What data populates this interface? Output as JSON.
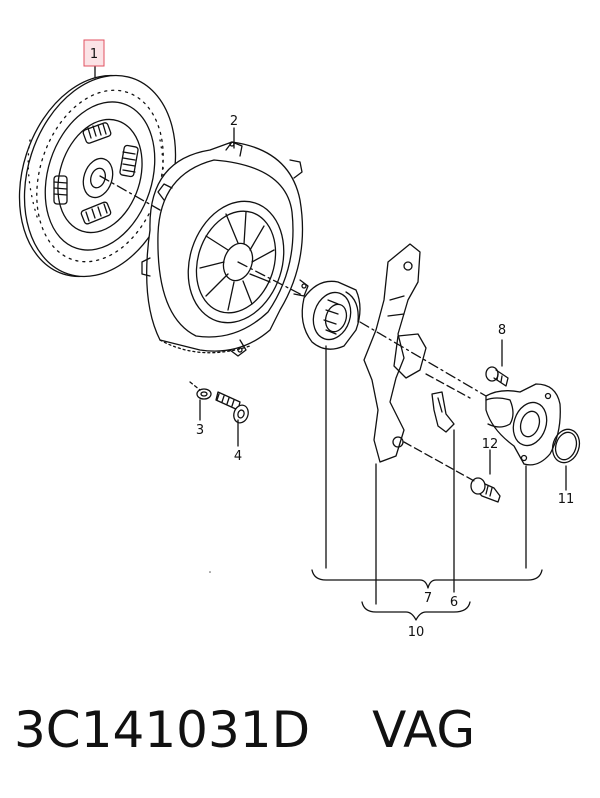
{
  "diagram": {
    "callouts": {
      "p1": "1",
      "p2": "2",
      "p3": "3",
      "p4": "4",
      "p6": "6",
      "p7": "7",
      "p8": "8",
      "p10": "10",
      "p11": "11",
      "p12": "12"
    },
    "highlight_color": "#e05060"
  },
  "footer": {
    "part_number": "3C141031D",
    "brand": "VAG"
  }
}
